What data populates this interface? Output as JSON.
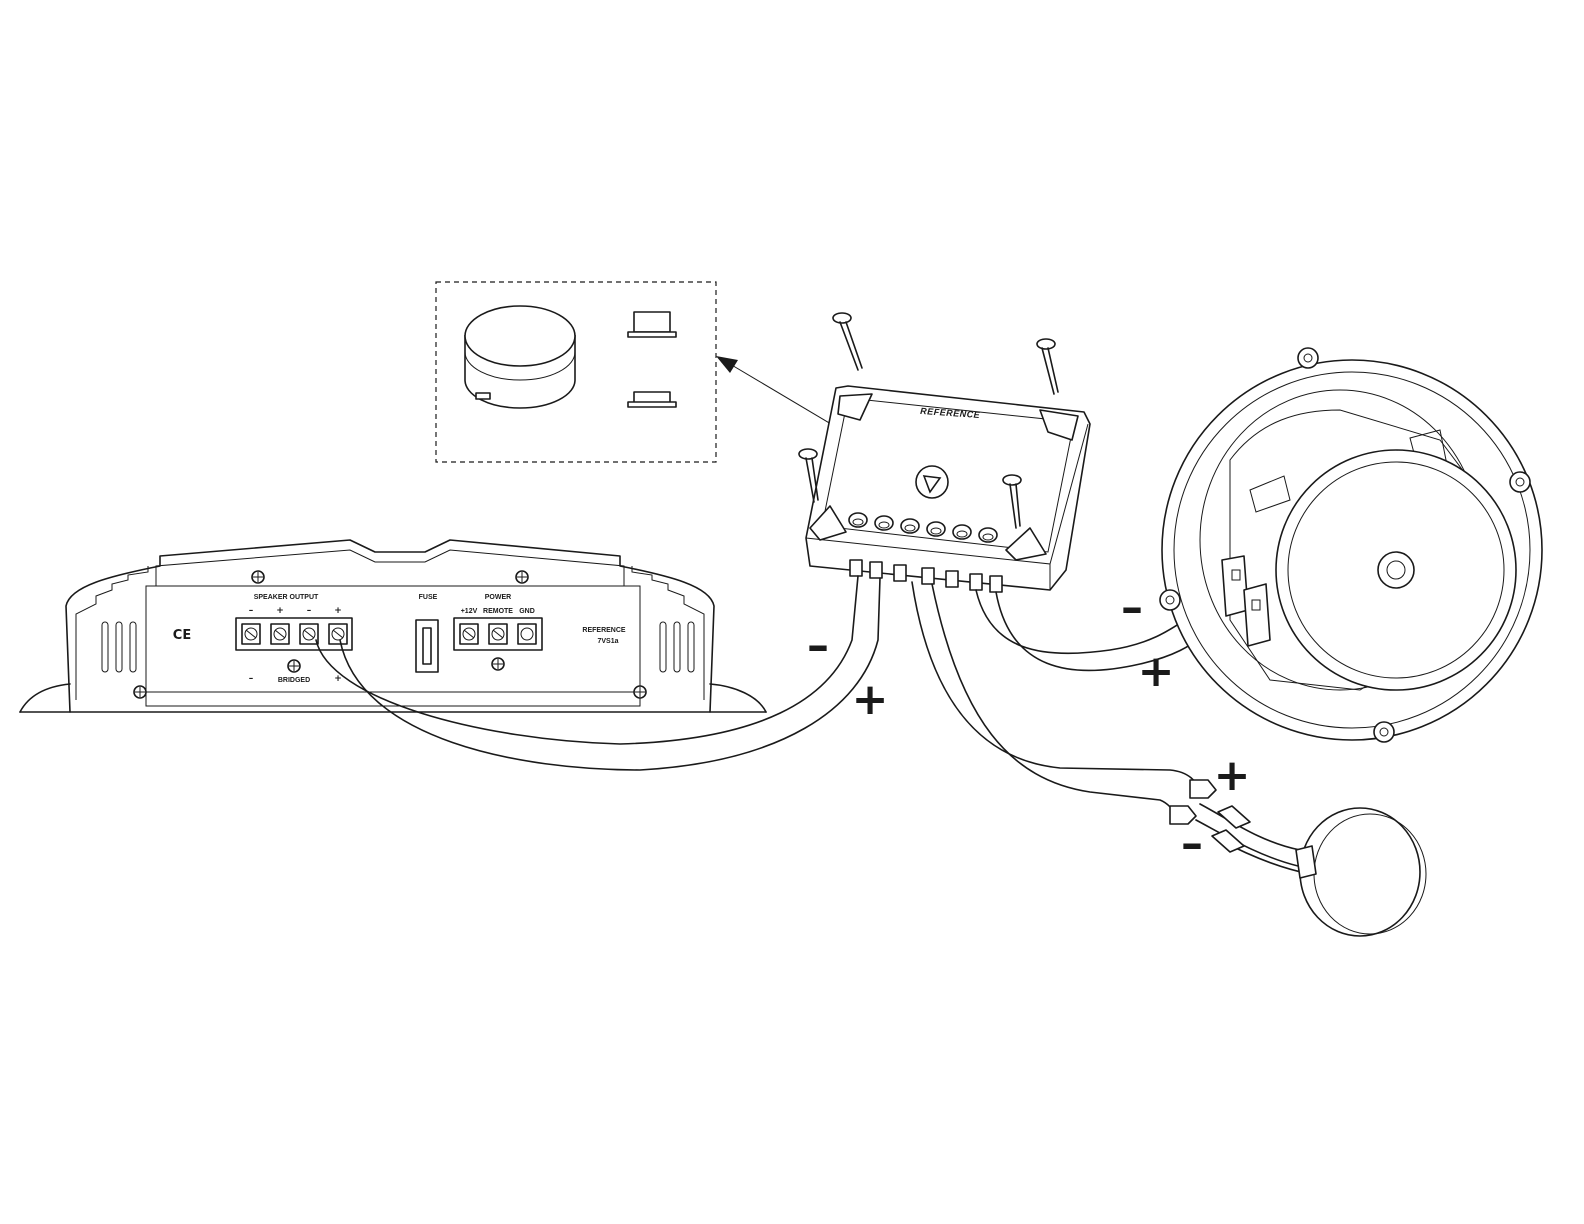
{
  "amplifier": {
    "speaker_output_label": "SPEAKER OUTPUT",
    "terminal_signs": [
      "–",
      "+",
      "–",
      "+"
    ],
    "bottom_signs": [
      "–",
      "+"
    ],
    "bridged_label": "BRIDGED",
    "fuse_label": "FUSE",
    "power_label": "POWER",
    "power_terminals": [
      "+12V",
      "REMOTE",
      "GND"
    ],
    "brand": "REFERENCE",
    "model": "7VS1a",
    "ce_mark": "CE"
  },
  "crossover": {
    "brand": "REFERENCE"
  },
  "polarity": {
    "amp_minus": "–",
    "amp_plus": "+",
    "woofer_minus": "–",
    "woofer_plus": "+",
    "tweeter_plus": "+",
    "tweeter_minus": "–"
  }
}
